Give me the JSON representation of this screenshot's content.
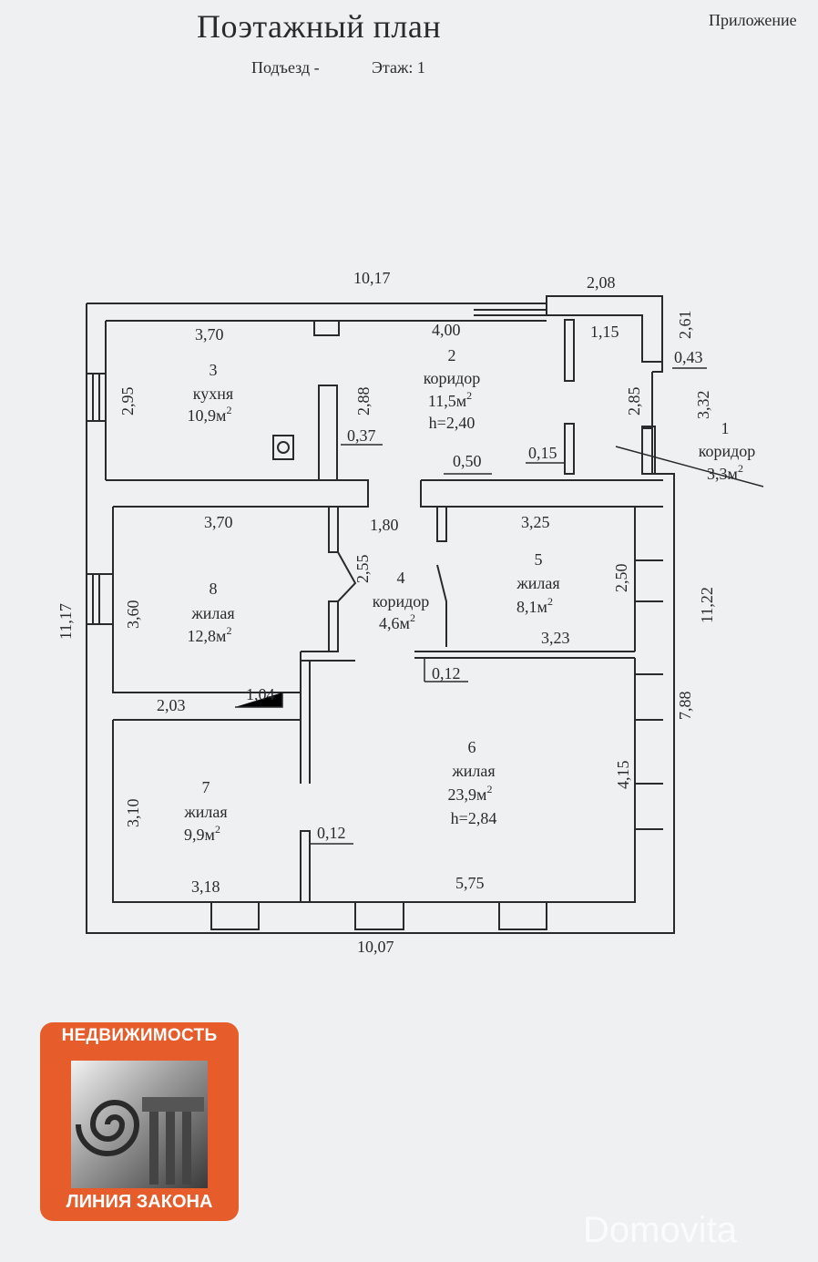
{
  "header": {
    "title": "Поэтажный план",
    "appendix": "Приложение",
    "entrance": "Подъезд -",
    "floor": "Этаж: 1"
  },
  "rooms": [
    {
      "number": "1",
      "name": "коридор",
      "area": "3,3м"
    },
    {
      "number": "2",
      "name": "коридор",
      "area": "11,5м",
      "height": "h=2,40"
    },
    {
      "number": "3",
      "name": "кухня",
      "area": "10,9м"
    },
    {
      "number": "4",
      "name": "коридор",
      "area": "4,6м"
    },
    {
      "number": "5",
      "name": "жилая",
      "area": "8,1м"
    },
    {
      "number": "6",
      "name": "жилая",
      "area": "23,9м",
      "height": "h=2,84"
    },
    {
      "number": "7",
      "name": "жилая",
      "area": "9,9м"
    },
    {
      "number": "8",
      "name": "жилая",
      "area": "12,8м"
    }
  ],
  "area_unit_sup": "2",
  "dimensions": {
    "top_total": "10,17",
    "bottom_total": "10,07",
    "left_total": "11,17",
    "right_total": "11,22",
    "d_2_08": "2,08",
    "d_2_61": "2,61",
    "d_0_43": "0,43",
    "d_3_32": "3,32",
    "d_1_15": "1,15",
    "d_2_85": "2,85",
    "d_0_15": "0,15",
    "d_3_70_kitchen": "3,70",
    "d_2_95": "2,95",
    "d_4_00": "4,00",
    "d_2_88": "2,88",
    "d_0_37": "0,37",
    "d_0_50": "0,50",
    "d_3_70_room8": "3,70",
    "d_1_80": "1,80",
    "d_3_25": "3,25",
    "d_2_55": "2,55",
    "d_3_60": "3,60",
    "d_2_50": "2,50",
    "d_3_23": "3,23",
    "d_0_12_top": "0,12",
    "d_7_88": "7,88",
    "d_1_04": "1,04",
    "d_2_03": "2,03",
    "d_4_15": "4,15",
    "d_3_10": "3,10",
    "d_0_12_bottom": "0,12",
    "d_3_18": "3,18",
    "d_5_75": "5,75"
  },
  "logo": {
    "top_text": "НЕДВИЖИМОСТЬ",
    "bottom_text": "ЛИНИЯ ЗАКОНА",
    "color": "#e65c2a"
  },
  "watermark": "Domovita"
}
